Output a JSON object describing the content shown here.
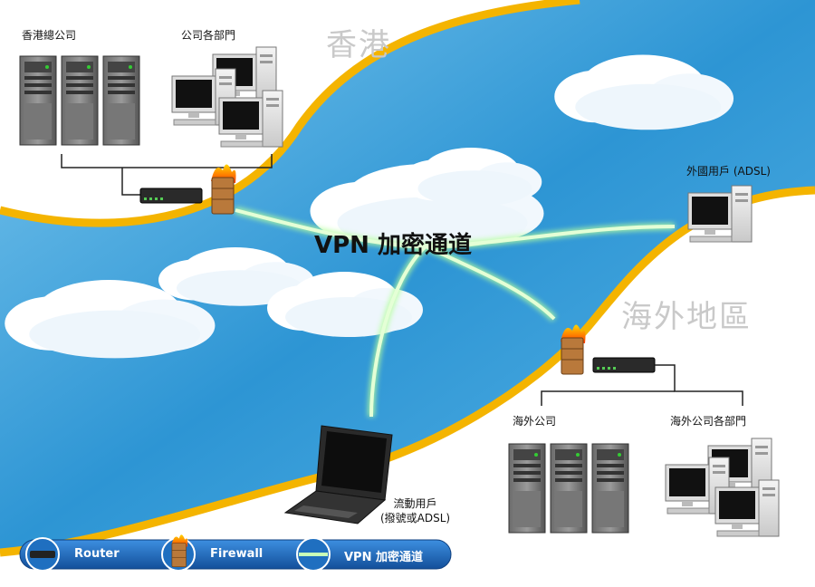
{
  "regions": {
    "hong_kong": "香港",
    "overseas": "海外地區"
  },
  "hq": {
    "label": "香港總公司"
  },
  "hq_departments": {
    "label": "公司各部門"
  },
  "remote_user": {
    "label": "外國用戶 (ADSL)"
  },
  "vpn_tunnel": {
    "label": "VPN 加密通道"
  },
  "overseas_office": {
    "label": "海外公司"
  },
  "overseas_departments": {
    "label": "海外公司各部門"
  },
  "mobile_user": {
    "line1": "流動用戶",
    "line2": "(撥號或ADSL)"
  },
  "legend": {
    "router": "Router",
    "firewall": "Firewall",
    "vpn": "VPN 加密通道"
  },
  "colors": {
    "sea": "#2f9ad6",
    "shore": "#f4b400",
    "land": "#ffffff",
    "tunnel": "#d8ffd0",
    "legend_bar": "#1f6fc0"
  }
}
